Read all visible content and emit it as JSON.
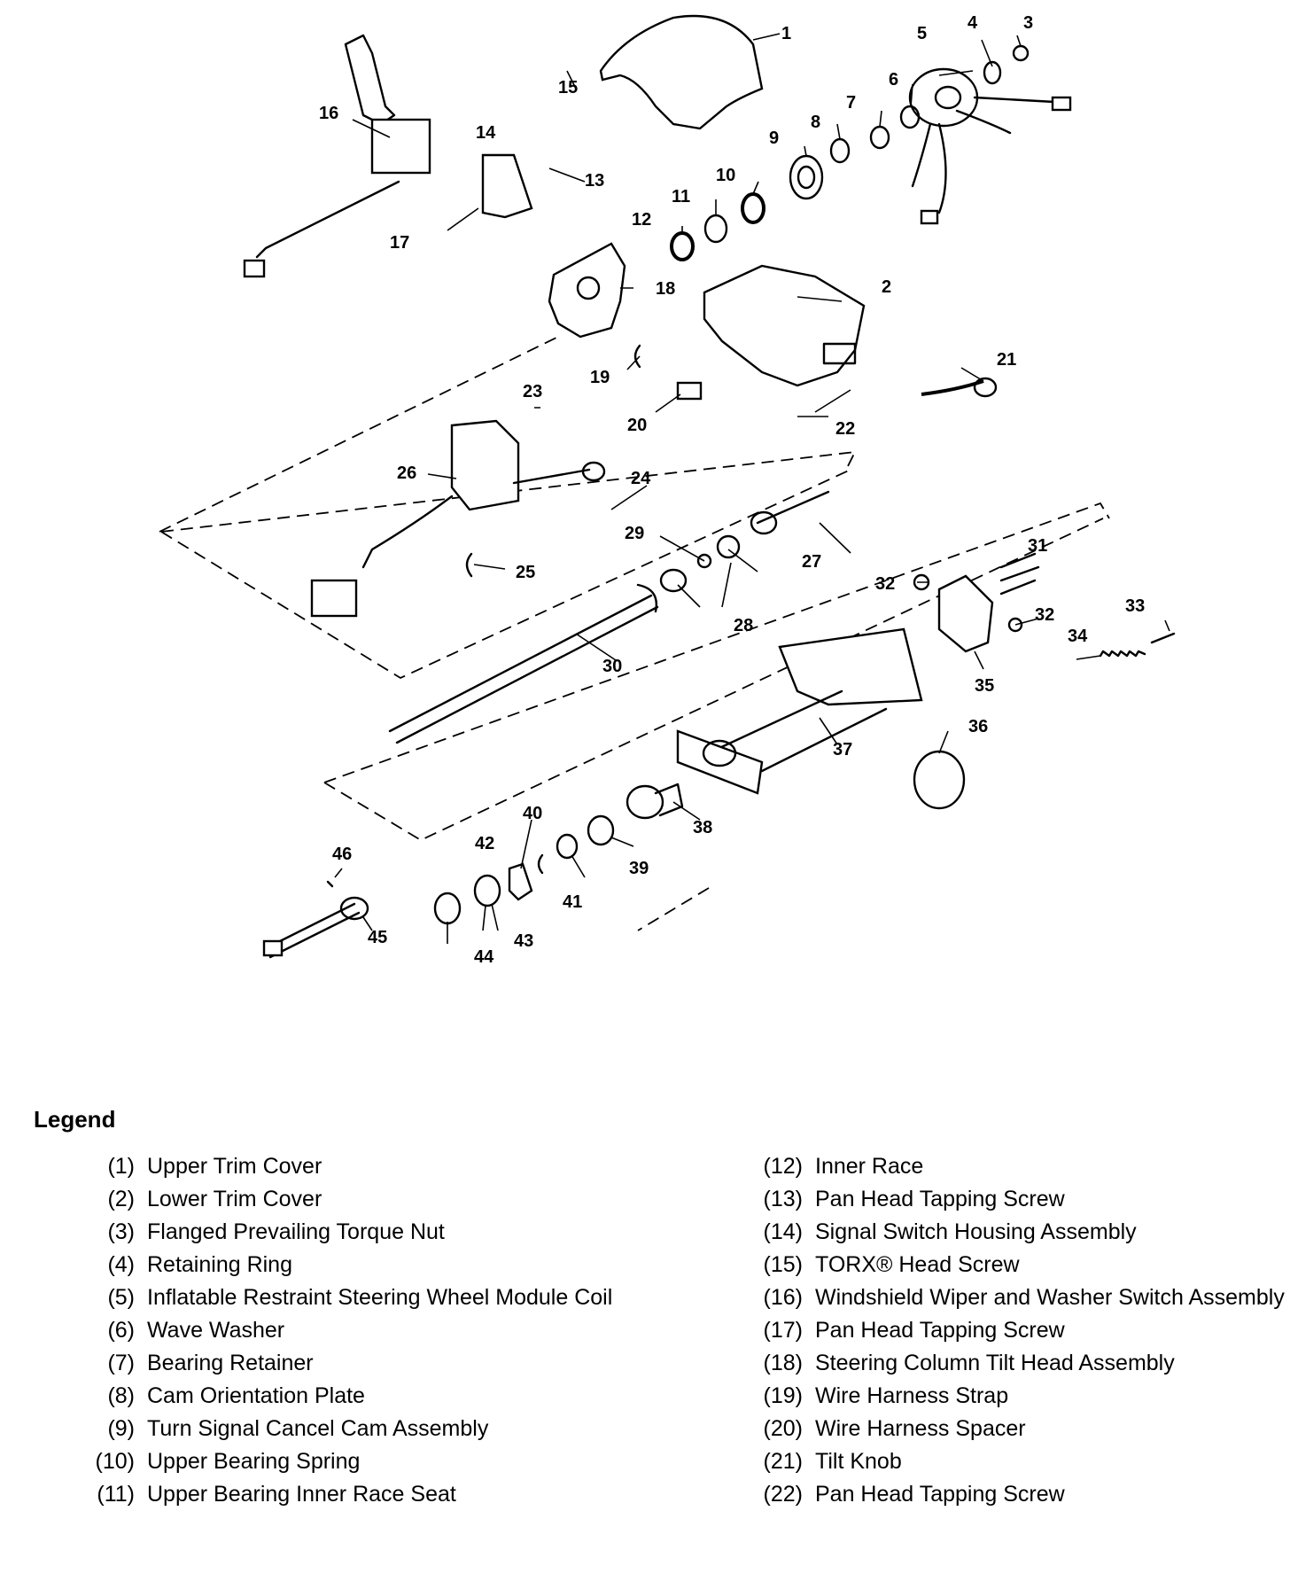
{
  "callouts": [
    "1",
    "2",
    "3",
    "4",
    "5",
    "6",
    "7",
    "8",
    "9",
    "10",
    "11",
    "12",
    "13",
    "14",
    "15",
    "16",
    "17",
    "18",
    "19",
    "20",
    "21",
    "22",
    "23",
    "24",
    "25",
    "26",
    "27",
    "28",
    "29",
    "30",
    "31",
    "32",
    "32",
    "33",
    "34",
    "35",
    "36",
    "37",
    "38",
    "39",
    "40",
    "41",
    "42",
    "43",
    "44",
    "45",
    "46"
  ],
  "legend": {
    "title": "Legend",
    "left": [
      {
        "num": "(1)",
        "name": "Upper Trim Cover"
      },
      {
        "num": "(2)",
        "name": "Lower Trim Cover"
      },
      {
        "num": "(3)",
        "name": "Flanged Prevailing Torque Nut"
      },
      {
        "num": "(4)",
        "name": "Retaining Ring"
      },
      {
        "num": "(5)",
        "name": "Inflatable Restraint Steering Wheel Module Coil"
      },
      {
        "num": "(6)",
        "name": "Wave Washer"
      },
      {
        "num": "(7)",
        "name": "Bearing Retainer"
      },
      {
        "num": "(8)",
        "name": "Cam Orientation Plate"
      },
      {
        "num": "(9)",
        "name": "Turn Signal Cancel Cam Assembly"
      },
      {
        "num": "(10)",
        "name": "Upper Bearing Spring"
      },
      {
        "num": "(11)",
        "name": "Upper Bearing Inner Race Seat"
      }
    ],
    "right": [
      {
        "num": "(12)",
        "name": "Inner Race"
      },
      {
        "num": "(13)",
        "name": "Pan Head Tapping Screw"
      },
      {
        "num": "(14)",
        "name": "Signal Switch Housing Assembly"
      },
      {
        "num": "(15)",
        "name": "TORX® Head Screw"
      },
      {
        "num": "(16)",
        "name": "Windshield Wiper and Washer Switch Assembly"
      },
      {
        "num": "(17)",
        "name": "Pan Head Tapping Screw"
      },
      {
        "num": "(18)",
        "name": "Steering Column Tilt Head Assembly"
      },
      {
        "num": "(19)",
        "name": "Wire Harness Strap"
      },
      {
        "num": "(20)",
        "name": "Wire Harness Spacer"
      },
      {
        "num": "(21)",
        "name": "Tilt Knob"
      },
      {
        "num": "(22)",
        "name": "Pan Head Tapping Screw"
      }
    ]
  }
}
